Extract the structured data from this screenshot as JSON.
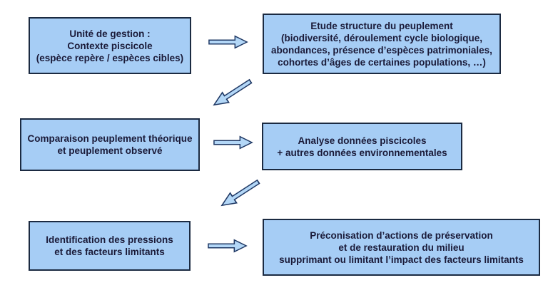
{
  "colors": {
    "background": "#ffffff",
    "box_fill": "#a6cdf5",
    "box_border": "#1b2a41",
    "text": "#1a1a38",
    "arrow_fill": "#b3d7f7",
    "arrow_border": "#1f3864"
  },
  "boxes": {
    "unite_gestion": {
      "lines": [
        "Unité de gestion :",
        "Contexte piscicole",
        "(espèce repère / espèces cibles)"
      ]
    },
    "etude_structure": {
      "lines": [
        "Etude structure du peuplement",
        "(biodiversité, déroulement cycle biologique,",
        "abondances, présence d’espèces patrimoniales,",
        "cohortes d’âges de certaines populations, …)"
      ]
    },
    "comparaison": {
      "lines": [
        "Comparaison peuplement théorique",
        "et peuplement observé"
      ]
    },
    "analyse": {
      "lines": [
        "Analyse données piscicoles",
        "+ autres données environnementales"
      ]
    },
    "identification": {
      "lines": [
        "Identification des pressions",
        "et des facteurs limitants"
      ]
    },
    "preconisation": {
      "lines": [
        "Préconisation d’actions de préservation",
        "et de restauration du milieu",
        "supprimant ou limitant l’impact des facteurs limitants"
      ]
    }
  },
  "arrows": [
    {
      "name": "arrow-right-1",
      "direction": "right"
    },
    {
      "name": "arrow-down-left-1",
      "direction": "down-left"
    },
    {
      "name": "arrow-right-2",
      "direction": "right"
    },
    {
      "name": "arrow-down-left-2",
      "direction": "down-left"
    },
    {
      "name": "arrow-right-3",
      "direction": "right"
    }
  ]
}
